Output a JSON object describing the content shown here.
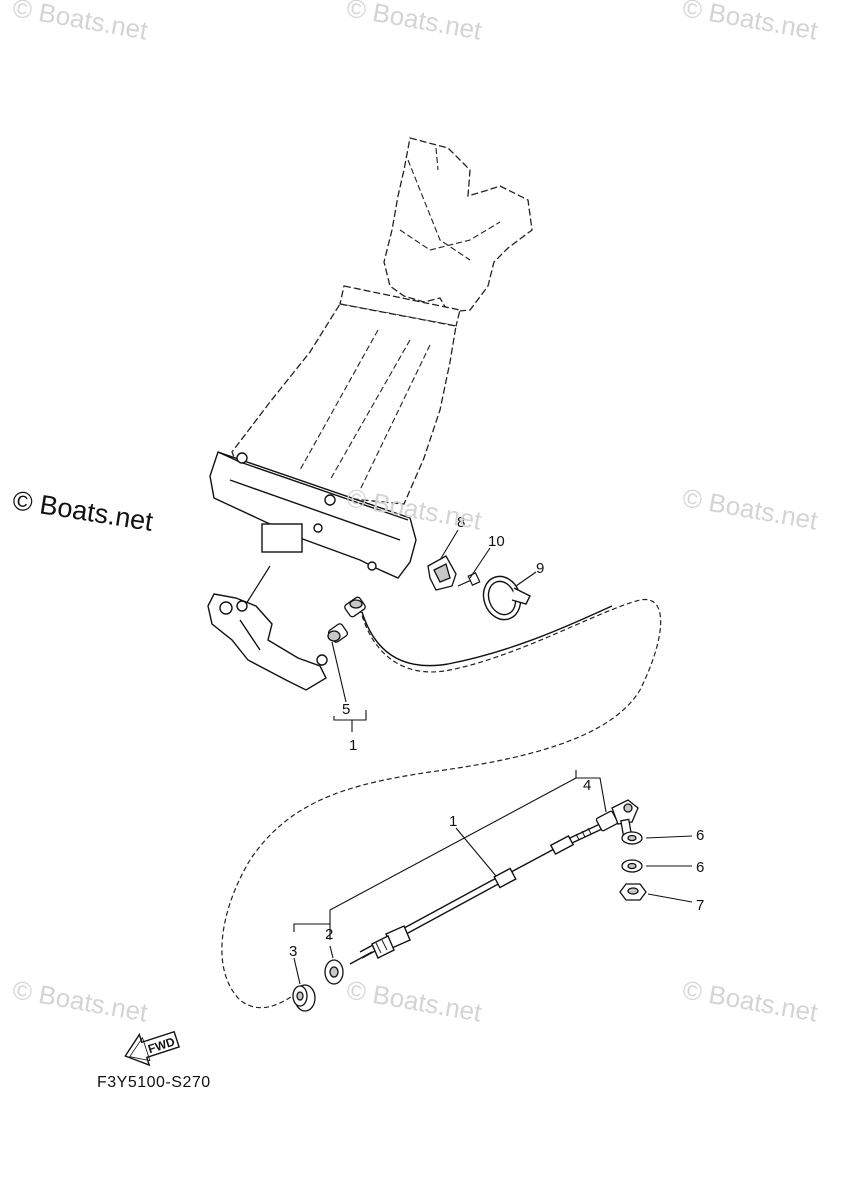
{
  "watermarks": {
    "main": "© Boats.net",
    "faint": "© Boats.net"
  },
  "callouts": {
    "c1_top": "1",
    "c1_bottom": "1",
    "c2": "2",
    "c3": "3",
    "c4": "4",
    "c5": "5",
    "c6a": "6",
    "c6b": "6",
    "c7": "7",
    "c8": "8",
    "c9": "9",
    "c10": "10"
  },
  "fwd_label": "FWD",
  "drawing_code": "F3Y5100-S270",
  "colors": {
    "line": "#111111",
    "part_fill": "#ffffff",
    "shade": "#c8c8c8",
    "watermark": "#d4d4d4"
  }
}
